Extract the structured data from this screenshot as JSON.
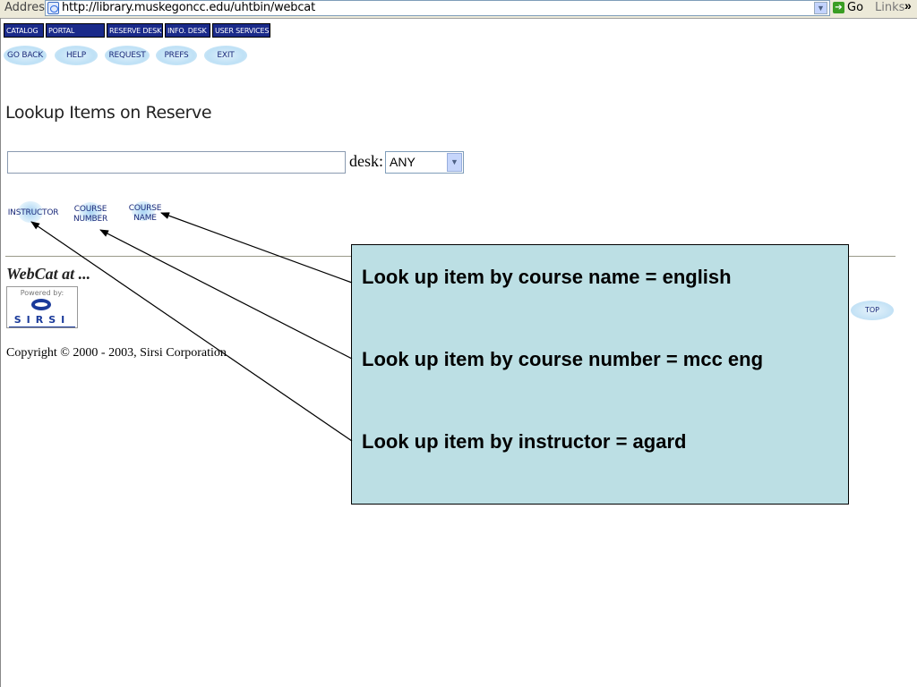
{
  "browser": {
    "address_label": "Address",
    "url": "http://library.muskegoncc.edu/uhtbin/webcat",
    "go_label": "Go",
    "links_label": "Links",
    "chevron": "»"
  },
  "nav_tabs": [
    "CATALOG",
    "PORTAL",
    "RESERVE DESK",
    "INFO. DESK",
    "USER SERVICES"
  ],
  "toolbar_buttons": [
    "GO BACK",
    "HELP",
    "REQUEST",
    "PREFS",
    "EXIT"
  ],
  "page": {
    "title": "Lookup Items on Reserve",
    "search_value": "",
    "desk_label": "desk:",
    "desk_selected": "ANY"
  },
  "search_options": {
    "instructor": "INSTRUCTOR",
    "course_number_line1": "COURSE",
    "course_number_line2": "NUMBER",
    "course_name_line1": "COURSE",
    "course_name_line2": "NAME"
  },
  "footer": {
    "webcat_label": "WebCat at ...",
    "powered_by": "Powered by:",
    "sirsi": "SIRSI",
    "copyright": "Copyright © 2000 - 2003, Sirsi Corporation",
    "top_button": "TOP"
  },
  "callout": {
    "line1": "Look up item by course name = english",
    "line2": "Look up item by course number = mcc eng",
    "line3": "Look up item by instructor = agard"
  },
  "colors": {
    "nav_tab_bg": "#1a2a8a",
    "callout_bg": "#bcdfe4",
    "button_glow": "#bfe1f6"
  }
}
